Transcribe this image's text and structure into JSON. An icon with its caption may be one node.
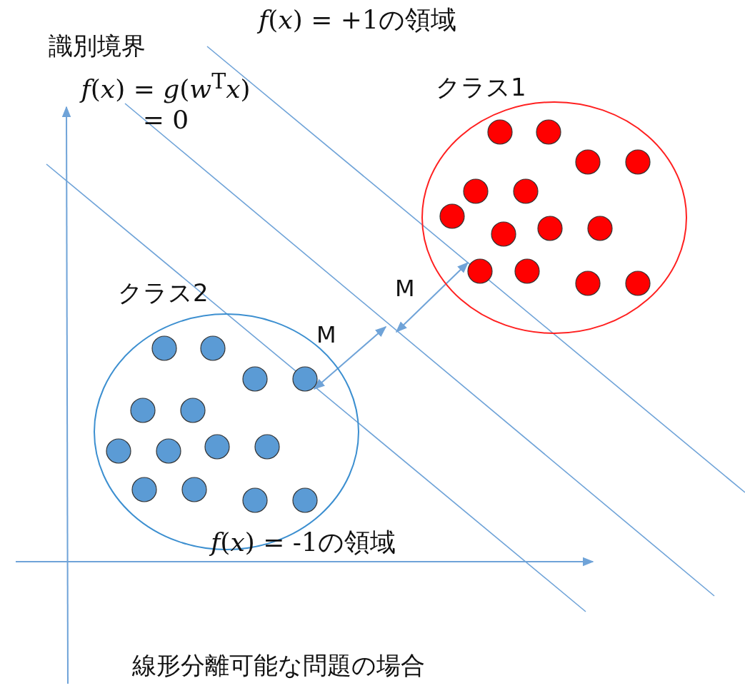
{
  "diagram": {
    "caption": "線形分離可能な問題の場合",
    "nodes": [
      {
        "text": [
          "クラス1"
        ]
      },
      {
        "text": [
          "クラス2"
        ]
      }
    ],
    "labels": [
      "*f*(*x*) = +1の領域",
      "識別境界",
      "*f*(*x*) = *g*(*w*$^{T}$*x*) = 0",
      "M",
      "M",
      "*f*(*x*) = -1の領域"
    ]
  }
}
